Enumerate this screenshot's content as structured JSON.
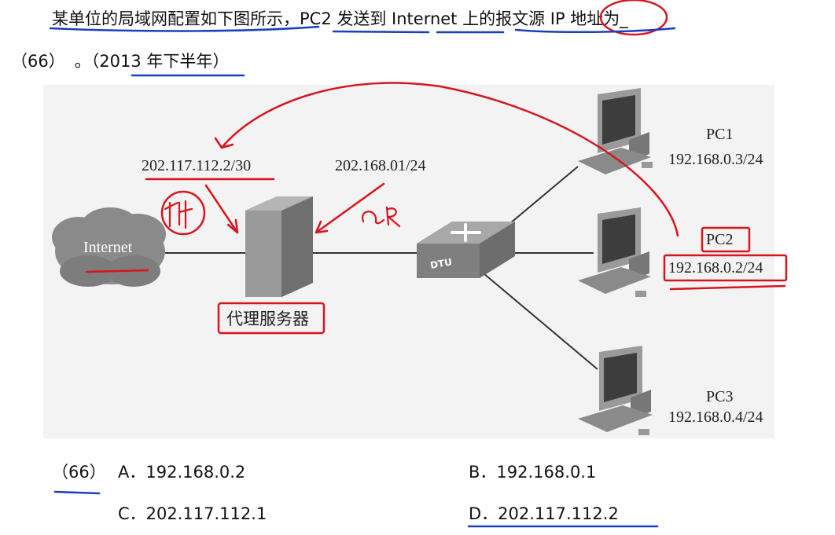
{
  "question": {
    "line1": "某单位的局域网配置如下图所示，PC2 发送到 Internet 上的报文源 IP 地址为_",
    "blank_number": "（66）",
    "suffix": "。（2013 年下半年）"
  },
  "diagram": {
    "internet_label": "Internet",
    "proxy_outer_ip": "202.117.112.2/30",
    "proxy_inner_ip": "202.168.01/24",
    "proxy_label": "代理服务器",
    "switch_label": "DTU",
    "pcs": [
      {
        "name": "PC1",
        "ip": "192.168.0.3/24"
      },
      {
        "name": "PC2",
        "ip": "192.168.0.2/24"
      },
      {
        "name": "PC3",
        "ip": "192.168.0.4/24"
      }
    ],
    "handwriting": {
      "note_left": "外",
      "note_right": "内"
    }
  },
  "answers": {
    "question_number": "（66）",
    "options": [
      {
        "letter": "A．",
        "value": "192.168.0.2"
      },
      {
        "letter": "B．",
        "value": "192.168.0.1"
      },
      {
        "letter": "C．",
        "value": "202.117.112.1"
      },
      {
        "letter": "D．",
        "value": "202.117.112.2"
      }
    ]
  },
  "colors": {
    "annotation_red": "#d8141c",
    "annotation_blue": "#1a3fbf",
    "figure_bg": "#f3f3f3"
  }
}
